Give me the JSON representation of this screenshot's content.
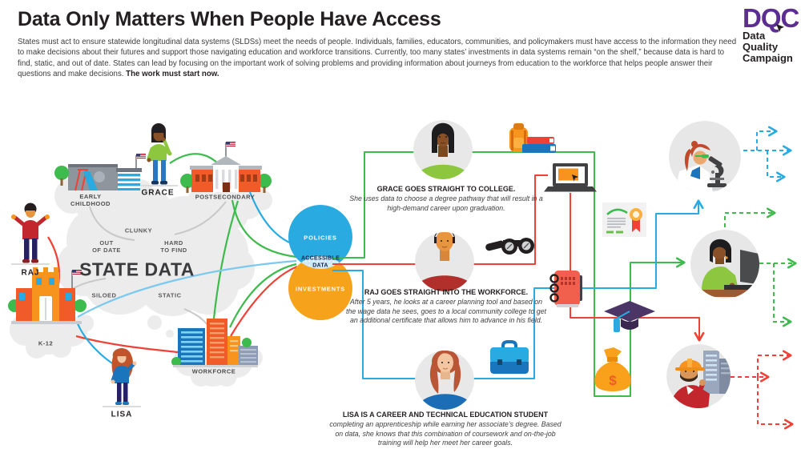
{
  "header": {
    "title": "Data Only Matters When People Have Access",
    "intro": "States must act to ensure statewide longitudinal data systems (SLDSs) meet the needs of people. Individuals, families, educators, communities, and policymakers must have access to the information they need to make decisions about their futures and support those navigating education and workforce transitions. Currently, too many states’ investments in data systems remain “on the shelf,” because data is hard to find, static, and out of date. States can lead by focusing on the important work of solving problems and providing information about journeys from education to the workforce that helps people answer their questions and make decisions. ",
    "intro_emphasis": "The work must start now."
  },
  "logo": {
    "acronym": "DQC",
    "name_line1": "Data Quality",
    "name_line2": "Campaign"
  },
  "cloud": {
    "title": "STATE DATA",
    "descriptors": {
      "clunky": "CLUNKY",
      "out_of_date": "OUT\nOF DATE",
      "hard_to_find": "HARD\nTO FIND",
      "siloed": "SILOED",
      "static": "STATIC"
    }
  },
  "institutions": {
    "early_childhood": "EARLY\nCHILDHOOD",
    "postsecondary": "POSTSECONDARY",
    "k12": "K-12",
    "workforce": "WORKFORCE"
  },
  "people": {
    "grace": "GRACE",
    "raj": "RAJ",
    "lisa": "LISA"
  },
  "venn": {
    "policies": "POLICIES",
    "accessible_data": "ACCESSIBLE\nDATA",
    "investments": "INVESTMENTS"
  },
  "stories": {
    "grace": {
      "title": "GRACE GOES STRAIGHT TO COLLEGE.",
      "body": "She uses data to choose a degree pathway that will result in a high-demand career upon graduation."
    },
    "raj": {
      "title": "RAJ GOES STRAIGHT INTO THE WORKFORCE.",
      "body": "After 5 years, he looks at a career planning tool and based on the wage data he sees, goes to a local community college to get an additional certificate that allows him to advance in his field."
    },
    "lisa": {
      "title": "LISA IS A CAREER AND TECHNICAL EDUCATION STUDENT",
      "body": "completing an apprenticeship while earning her associate’s degree. Based on data, she knows that this combination of coursework and on-the-job training will help her meet her career goals."
    }
  },
  "icons": {
    "money_symbol": "$",
    "names": [
      "backpack-icon",
      "books-icon",
      "laptop-icon",
      "certificate-icon",
      "binoculars-icon",
      "notebook-icon",
      "briefcase-icon",
      "graduation-cap-icon",
      "money-bag-icon",
      "microscope-icon",
      "cursor-icon",
      "us-flag-icon"
    ]
  },
  "colors": {
    "green": "#3dbb4d",
    "red": "#ef4136",
    "blue": "#29abe2",
    "policies_blue": "#29abe2",
    "investments_orange": "#f7a21b",
    "lens_blue": "#cfe9f8",
    "brand_purple": "#5c2e91",
    "cloud_gray": "#ececec"
  }
}
